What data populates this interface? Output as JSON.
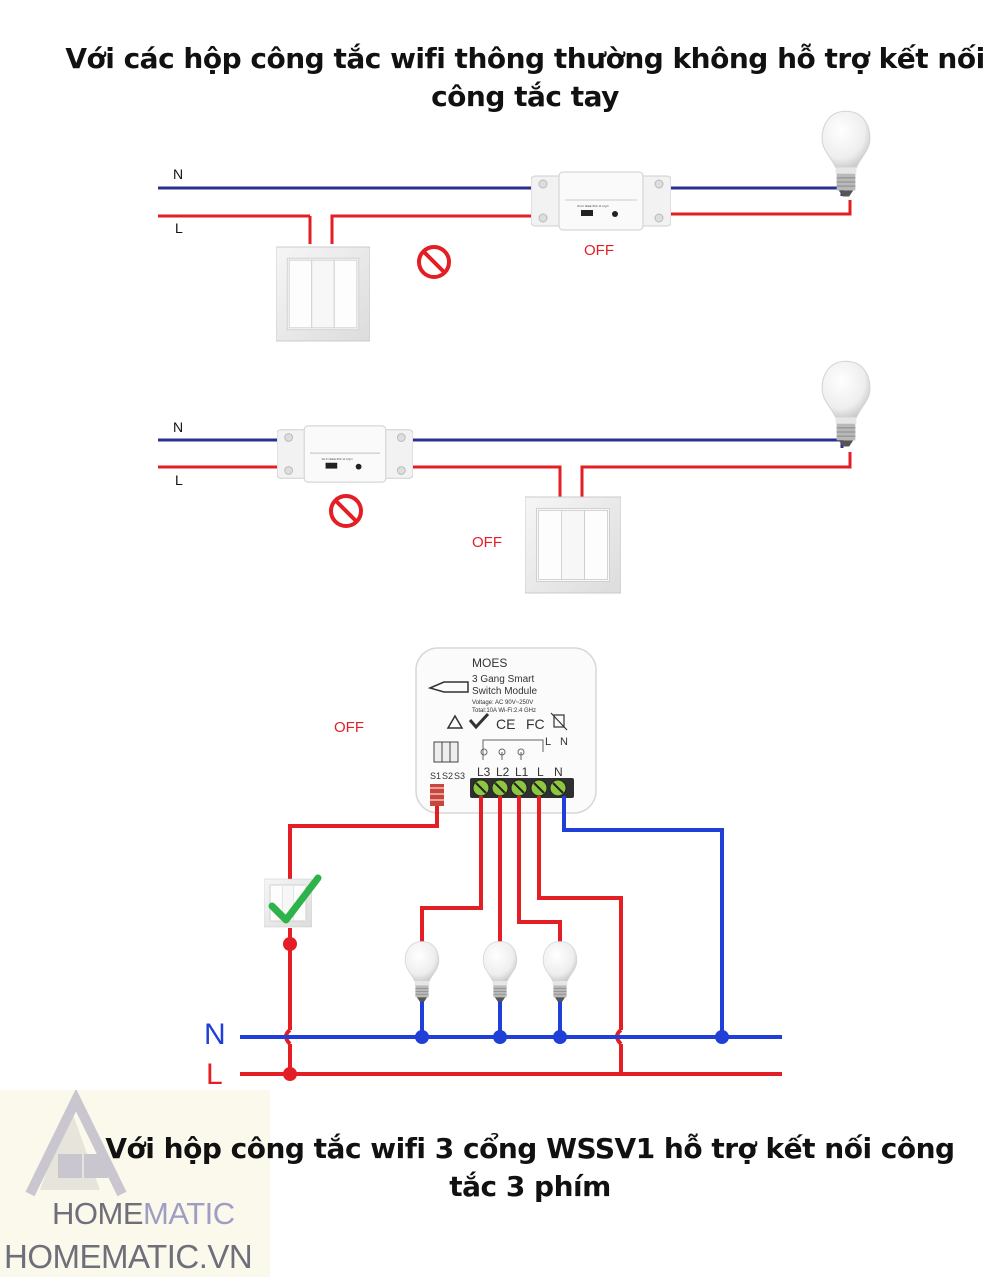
{
  "titles": {
    "top": "Với các hộp công tắc wifi thông thường không hỗ trợ kết nối công tắc tay",
    "bottom": "Với hộp công tắc wifi 3 cổng WSSV1 hỗ trợ kết nối công tắc 3 phím"
  },
  "diagram1": {
    "n_label": "N",
    "l_label": "L",
    "status": "OFF",
    "module_brand": "Smart Life"
  },
  "diagram2": {
    "n_label": "N",
    "l_label": "L",
    "status": "OFF",
    "module_brand": "Smart Life"
  },
  "diagram3": {
    "status": "OFF",
    "n_label": "N",
    "l_label": "L",
    "module": {
      "brand": "MOES",
      "name_line1": "3 Gang Smart",
      "name_line2": "Switch Module",
      "voltage": "Voltage: AC 90V~250V",
      "total": "Total:10A   Wi-Fi:2.4 GHz",
      "terminal_labels": [
        "L3",
        "L2",
        "L1",
        "L",
        "N"
      ],
      "top_labels": [
        "L",
        "N"
      ],
      "switch_terminals": [
        "S1",
        "S2",
        "S3"
      ]
    }
  },
  "branding": {
    "name_main": "HOME",
    "name_accent": "MATIC",
    "url": "HOMEMATIC.VN"
  },
  "colors": {
    "neutral_wire": "#2b2f8f",
    "live_wire": "#e31e24",
    "neutral_wire_bottom": "#1f3fd6",
    "status_red": "#e31e24",
    "check_green": "#2db34a"
  }
}
